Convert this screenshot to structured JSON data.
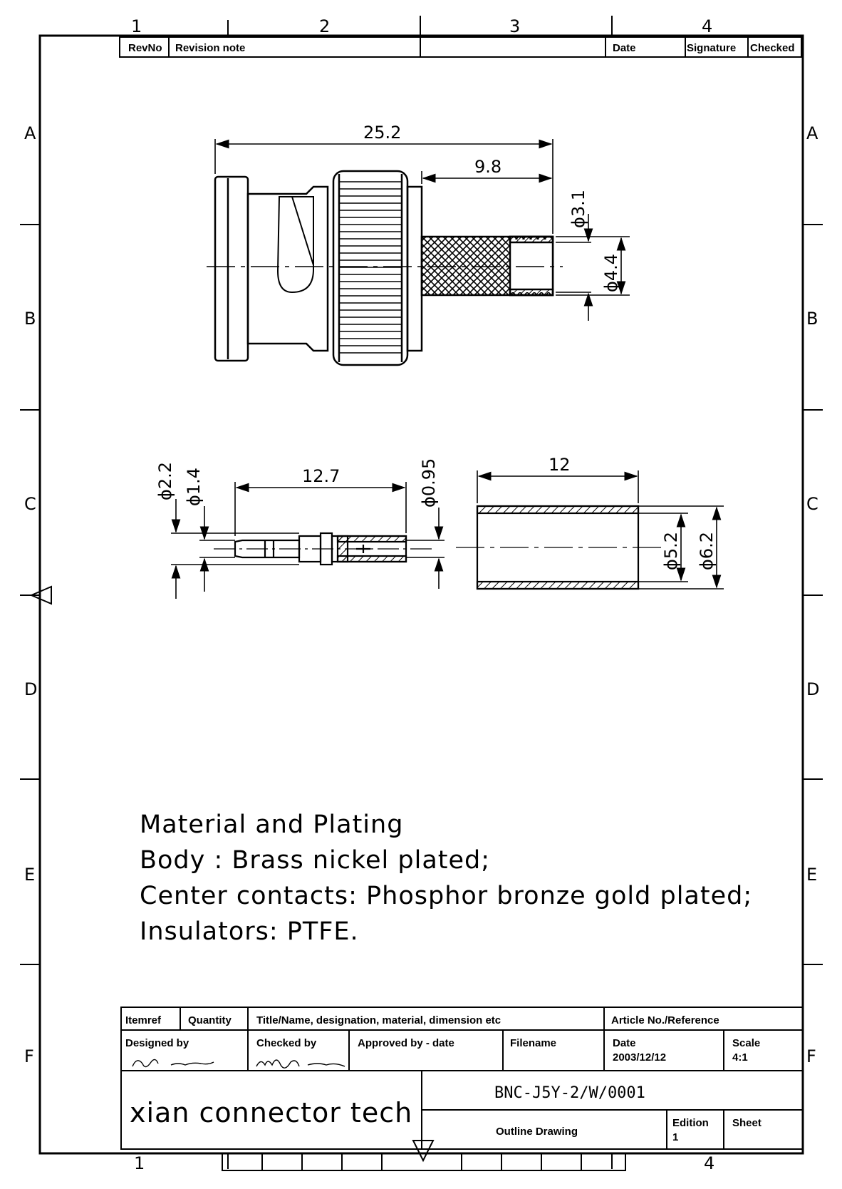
{
  "zones": {
    "columns_top": [
      "1",
      "2",
      "3",
      "4"
    ],
    "columns_bottom_left": "1",
    "columns_bottom_right": "4",
    "rows": [
      "A",
      "B",
      "C",
      "D",
      "E",
      "F"
    ]
  },
  "revision_block": {
    "rev_no": "RevNo",
    "revision_note": "Revision note",
    "date": "Date",
    "signature": "Signature",
    "checked": "Checked"
  },
  "dimensions": {
    "overall_length": "25.2",
    "crimp_length": "9.8",
    "diam_3_1": "ϕ3.1",
    "diam_4_4": "ϕ4.4",
    "pin_length": "12.7",
    "diam_2_2": "ϕ2.2",
    "diam_1_4": "ϕ1.4",
    "diam_0_95": "ϕ0.95",
    "ferrule_length": "12",
    "diam_5_2": "ϕ5.2",
    "diam_6_2": "ϕ6.2"
  },
  "notes": {
    "heading": "Material and Plating",
    "body": "Body : Brass nickel plated;",
    "contacts": "Center contacts: Phosphor bronze gold plated;",
    "insulators": "Insulators: PTFE."
  },
  "title_block": {
    "itemref": "Itemref",
    "quantity": "Quantity",
    "title_name": "Title/Name, designation, material, dimension etc",
    "article_no": "Article No./Reference",
    "designed_by": "Designed by",
    "checked_by": "Checked by",
    "approved_by": "Approved by - date",
    "filename": "Filename",
    "date_label": "Date",
    "date_value": "2003/12/12",
    "scale_label": "Scale",
    "scale_value": "4:1",
    "company": "xian connector tech",
    "part_number": "BNC-J5Y-2/W/0001",
    "drawing_type": "Outline Drawing",
    "edition_label": "Edition",
    "edition_value": "1",
    "sheet_label": "Sheet"
  }
}
